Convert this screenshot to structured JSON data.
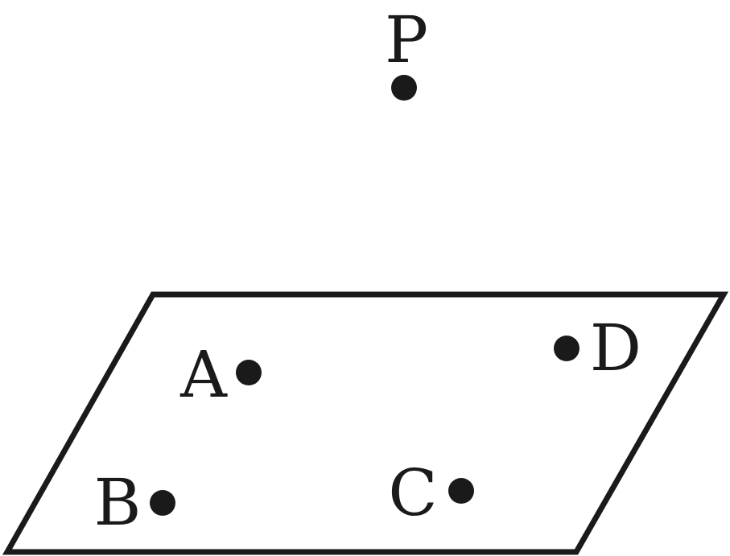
{
  "diagram": {
    "colors": {
      "stroke": "#1a1a1a",
      "background": "#ffffff"
    },
    "points": [
      {
        "id": "P",
        "label": "P"
      },
      {
        "id": "A",
        "label": "A"
      },
      {
        "id": "B",
        "label": "B"
      },
      {
        "id": "C",
        "label": "C"
      },
      {
        "id": "D",
        "label": "D"
      }
    ]
  }
}
